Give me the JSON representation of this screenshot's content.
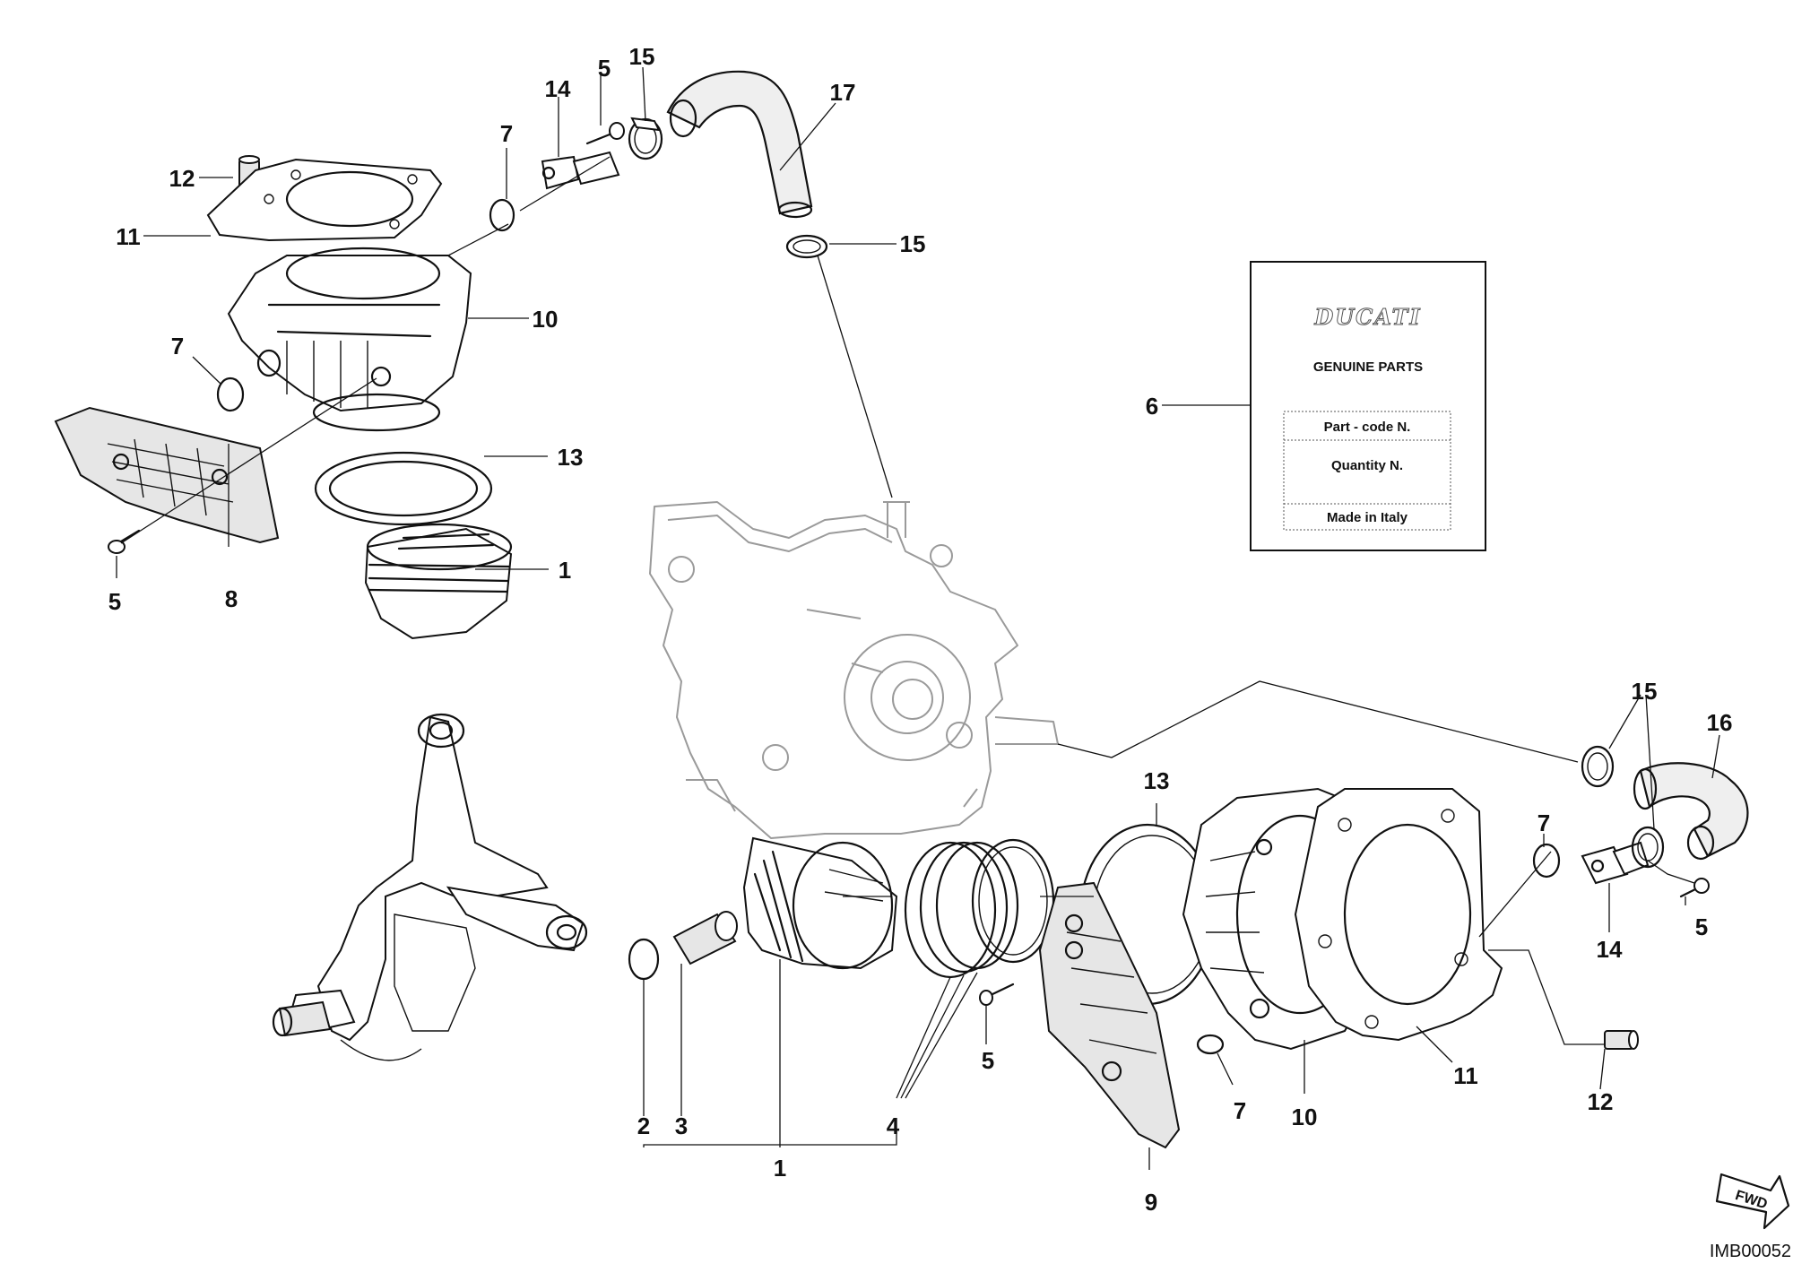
{
  "labels": {
    "top": {
      "piston": "1",
      "screw_a": "5",
      "screw_b": "5",
      "oring_a": "7",
      "oring_b": "7",
      "cover": "8",
      "cylinder": "10",
      "head_gasket": "11",
      "dowel": "12",
      "base_gasket": "13",
      "union": "14",
      "clamp_a": "15",
      "clamp_b": "15",
      "hose": "17"
    },
    "bottom": {
      "circlip": "2",
      "pin": "3",
      "rings": "4",
      "piston": "1",
      "screw_a": "5",
      "screw_b": "5",
      "oring_a": "7",
      "oring_b": "7",
      "cover": "9",
      "cylinder": "10",
      "head_gasket": "11",
      "dowel": "12",
      "base_gasket": "13",
      "union": "14",
      "clamp": "15",
      "hose": "16"
    },
    "kit": "6"
  },
  "parts_box": {
    "logo": "DUCATI",
    "heading": "GENUINE PARTS",
    "rows": [
      "Part - code N.",
      "Quantity N.",
      "Made in Italy"
    ]
  },
  "fwd": "FWD",
  "image_code": "IMB00052"
}
